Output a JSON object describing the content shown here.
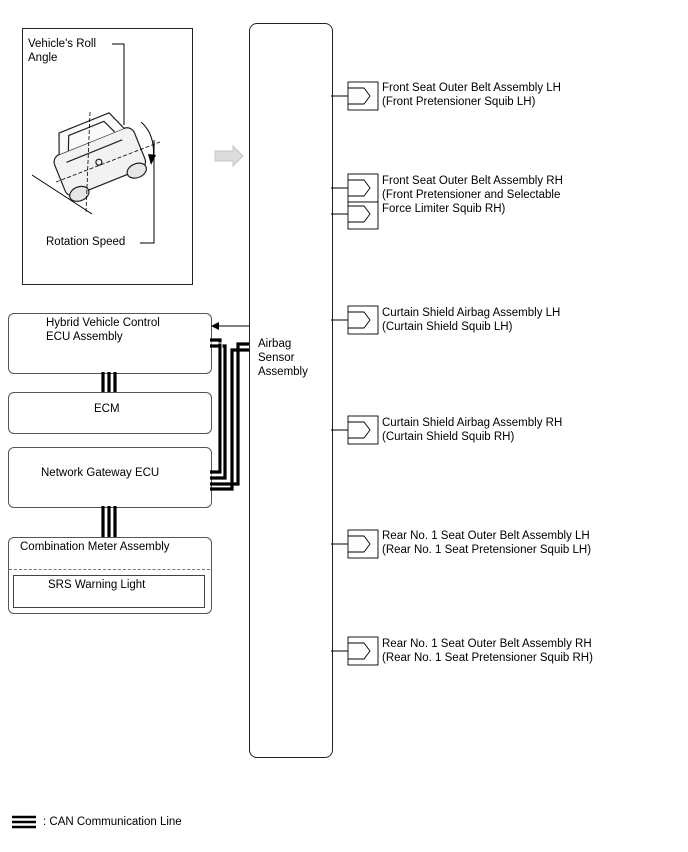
{
  "roll_panel": {
    "roll_angle_label": "Vehicle's Roll\nAngle",
    "rotation_speed_label": "Rotation Speed"
  },
  "airbag_sensor": {
    "label": "Airbag\nSensor\nAssembly"
  },
  "ecus": {
    "hybrid": "Hybrid Vehicle Control\nECU Assembly",
    "ecm": "ECM",
    "gateway": "Network Gateway ECU",
    "combination_meter": "Combination Meter Assembly",
    "srs_warning_light": "SRS Warning Light"
  },
  "squibs": [
    {
      "label": "Front Seat Outer Belt Assembly LH\n(Front Pretensioner Squib LH)"
    },
    {
      "label": "Front Seat Outer Belt Assembly RH\n(Front Pretensioner and Selectable\nForce Limiter Squib RH)"
    },
    {
      "label": "Curtain Shield Airbag Assembly LH\n(Curtain Shield Squib LH)"
    },
    {
      "label": "Curtain Shield Airbag Assembly RH\n(Curtain Shield Squib RH)"
    },
    {
      "label": "Rear No. 1 Seat Outer Belt Assembly LH\n(Rear No. 1 Seat Pretensioner Squib LH)"
    },
    {
      "label": "Rear No. 1 Seat Outer Belt Assembly RH\n(Rear No. 1 Seat Pretensioner Squib RH)"
    }
  ],
  "legend": {
    "label": ": CAN Communication Line"
  }
}
